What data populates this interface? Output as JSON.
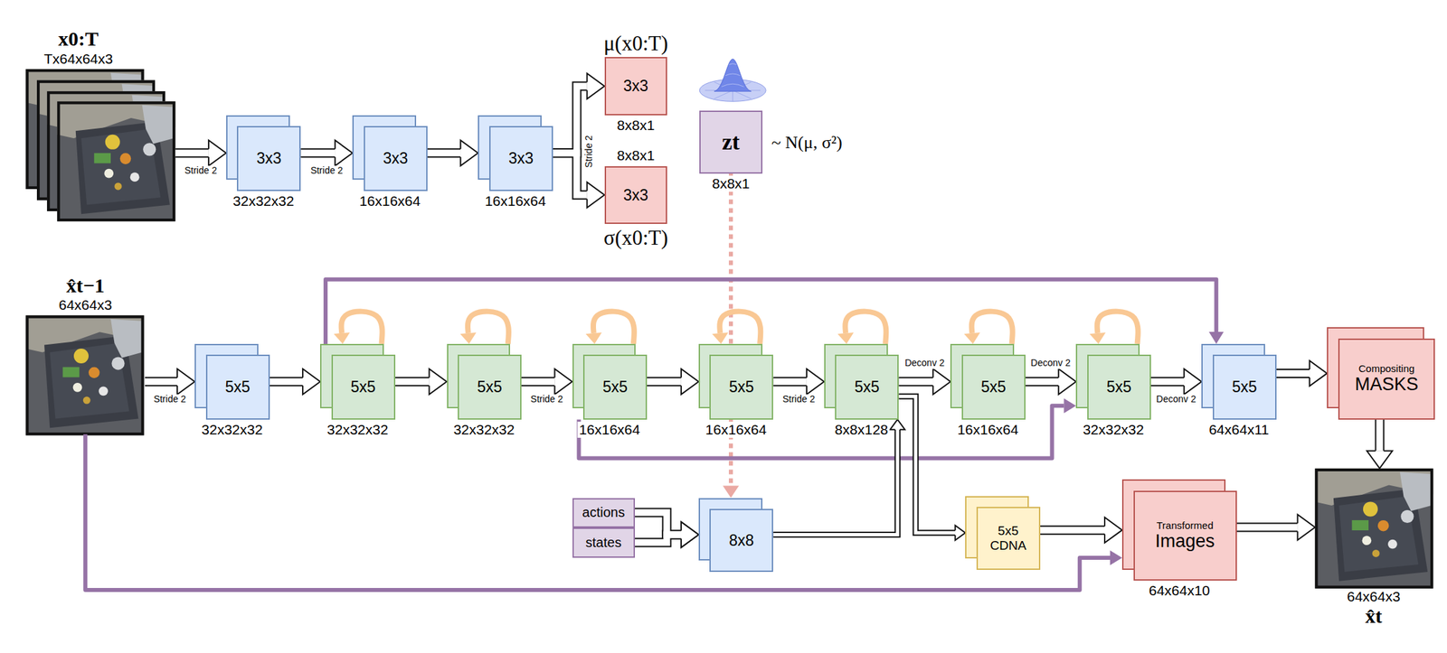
{
  "diagram": {
    "nodes": [
      {
        "text": [
          "x0:T",
          "Tx64x64x3"
        ]
      },
      {
        "text": [
          "3x3",
          "32x32x32"
        ]
      },
      {
        "text": [
          "3x3",
          "16x16x64"
        ]
      },
      {
        "text": [
          "3x3",
          "16x16x64"
        ]
      },
      {
        "text": [
          "μ(x0:T)",
          "3x3",
          "8x8x1"
        ]
      },
      {
        "text": [
          "8x8x1",
          "3x3",
          "σ(x0:T)"
        ]
      },
      {
        "text": [
          "zt",
          "8x8x1"
        ]
      },
      {
        "text": [
          "x̂t−1",
          "64x64x3"
        ]
      },
      {
        "text": [
          "5x5",
          "32x32x32"
        ]
      },
      {
        "text": [
          "5x5",
          "32x32x32"
        ]
      },
      {
        "text": [
          "5x5",
          "32x32x32"
        ]
      },
      {
        "text": [
          "5x5",
          "16x16x64"
        ]
      },
      {
        "text": [
          "5x5",
          "16x16x64"
        ]
      },
      {
        "text": [
          "5x5",
          "8x8x128"
        ]
      },
      {
        "text": [
          "5x5",
          "16x16x64"
        ]
      },
      {
        "text": [
          "5x5",
          "32x32x32"
        ]
      },
      {
        "text": [
          "5x5",
          "64x64x11"
        ]
      },
      {
        "text": [
          "Compositing",
          "MASKS"
        ]
      },
      {
        "text": [
          "64x64x3",
          "x̂t"
        ]
      },
      {
        "text": [
          "actions"
        ]
      },
      {
        "text": [
          "states"
        ]
      },
      {
        "text": [
          "8x8"
        ]
      },
      {
        "text": [
          "5x5 CDNA"
        ]
      },
      {
        "text": [
          "Transformed",
          "Images",
          "64x64x10"
        ]
      }
    ],
    "edges": [
      {
        "from": 0,
        "to": 1,
        "arrow": "to",
        "label": "Stride 2"
      },
      {
        "from": 1,
        "to": 2,
        "arrow": "to",
        "label": "Stride 2"
      },
      {
        "from": 2,
        "to": 3,
        "arrow": "to"
      },
      {
        "from": 3,
        "to": 4,
        "arrow": "to",
        "label": "Stride 2"
      },
      {
        "from": 3,
        "to": 5,
        "arrow": "to"
      },
      {
        "from": 6,
        "to": 21,
        "arrow": "to"
      },
      {
        "from": 7,
        "to": 8,
        "arrow": "to",
        "label": "Stride 2"
      },
      {
        "from": 8,
        "to": 9,
        "arrow": "to"
      },
      {
        "from": 9,
        "to": 10,
        "arrow": "to"
      },
      {
        "from": 10,
        "to": 11,
        "arrow": "to",
        "label": "Stride 2"
      },
      {
        "from": 11,
        "to": 12,
        "arrow": "to"
      },
      {
        "from": 12,
        "to": 13,
        "arrow": "to",
        "label": "Stride 2"
      },
      {
        "from": 13,
        "to": 14,
        "arrow": "to",
        "label": "Deconv 2"
      },
      {
        "from": 14,
        "to": 15,
        "arrow": "to",
        "label": "Deconv 2"
      },
      {
        "from": 15,
        "to": 16,
        "arrow": "to",
        "label": "Deconv 2"
      },
      {
        "from": 16,
        "to": 17,
        "arrow": "to"
      },
      {
        "from": 17,
        "to": 18,
        "arrow": "to"
      },
      {
        "from": 19,
        "to": 21,
        "arrow": "to"
      },
      {
        "from": 20,
        "to": 21,
        "arrow": "to"
      },
      {
        "from": 21,
        "to": 13,
        "arrow": "to"
      },
      {
        "from": 13,
        "to": 22,
        "arrow": "to"
      },
      {
        "from": 22,
        "to": 23,
        "arrow": "to"
      },
      {
        "from": 23,
        "to": 18,
        "arrow": "to"
      },
      {
        "from": 9,
        "to": 16,
        "arrow": "to"
      },
      {
        "from": 11,
        "to": 15,
        "arrow": "to"
      },
      {
        "from": 7,
        "to": 23,
        "arrow": "to"
      },
      {
        "from": 9,
        "to": 9,
        "arrow": "to"
      },
      {
        "from": 10,
        "to": 10,
        "arrow": "to"
      },
      {
        "from": 11,
        "to": 11,
        "arrow": "to"
      },
      {
        "from": 12,
        "to": 12,
        "arrow": "to"
      },
      {
        "from": 13,
        "to": 13,
        "arrow": "to"
      },
      {
        "from": 14,
        "to": 14,
        "arrow": "to"
      },
      {
        "from": 15,
        "to": 15,
        "arrow": "to"
      }
    ],
    "labels": [
      "~ N(μ, σ²)"
    ]
  }
}
